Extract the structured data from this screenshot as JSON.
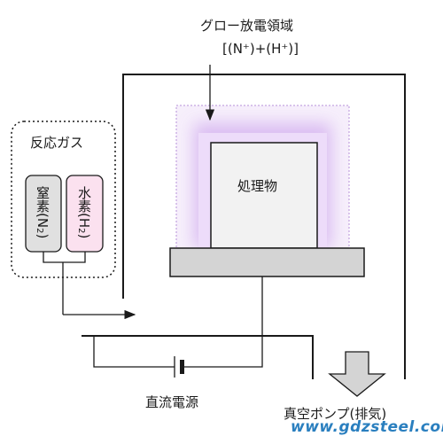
{
  "glow_region": {
    "title": "グロー放電領域",
    "ions": "[(N⁺)+(H⁺)]"
  },
  "reaction_gas": {
    "title": "反応ガス",
    "nitrogen": {
      "name": "窒素(N",
      "sub": "2",
      "close": ")"
    },
    "hydrogen": {
      "name": "水素(H",
      "sub": "2",
      "close": ")"
    }
  },
  "workpiece": {
    "label": "処理物"
  },
  "power_supply": {
    "label": "直流電源"
  },
  "vacuum_pump": {
    "label": "真空ポンプ(排気)"
  },
  "watermark": {
    "text": "www.gdzsteel.com"
  },
  "colors": {
    "glow": "#c9a6e6",
    "hydrogen_fill": "#fbe1ef",
    "nitrogen_fill": "#e0e0e0",
    "stage_fill": "#d4d4d4",
    "watermark": "#2a7fbf"
  }
}
